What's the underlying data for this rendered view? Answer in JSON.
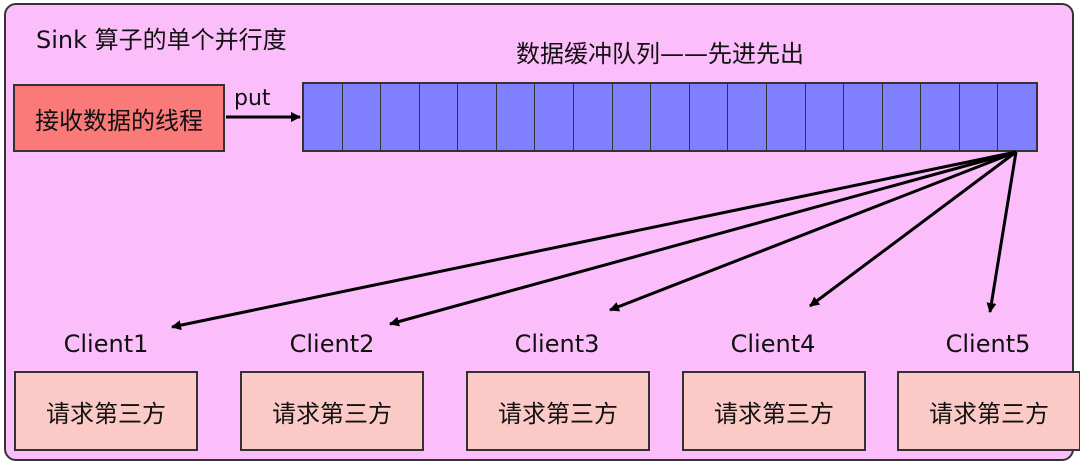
{
  "diagram": {
    "title": "Sink 算子的单个并行度",
    "queue_title": "数据缓冲队列——先进先出",
    "thread_box": "接收数据的线程",
    "put_label": "put",
    "queue_cells": 19,
    "clients": [
      {
        "name": "Client1",
        "task": "请求第三方"
      },
      {
        "name": "Client2",
        "task": "请求第三方"
      },
      {
        "name": "Client3",
        "task": "请求第三方"
      },
      {
        "name": "Client4",
        "task": "请求第三方"
      },
      {
        "name": "Client5",
        "task": "请求第三方"
      }
    ]
  },
  "colors": {
    "frame_fill": "#fcbdfb",
    "thread_fill": "#f97a79",
    "queue_fill": "#8080ff",
    "client_fill": "#fccac6",
    "stroke": "#000000"
  }
}
